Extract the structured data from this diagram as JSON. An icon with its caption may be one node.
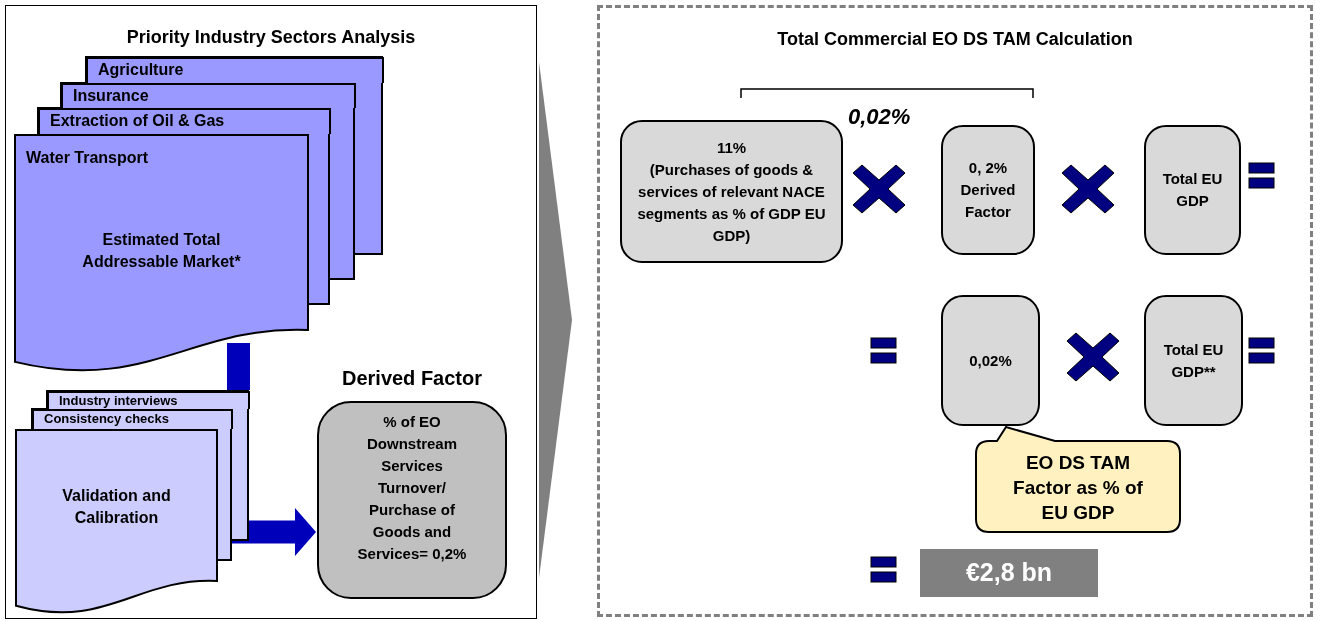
{
  "diagram": {
    "nodes": [
      {
        "text": [
          "Priority Industry Sectors Analysis"
        ]
      },
      {
        "text": [
          "Agriculture"
        ],
        "in": 0
      },
      {
        "text": [
          "Insurance"
        ],
        "in": 0
      },
      {
        "text": [
          "Extraction of Oil & Gas"
        ],
        "in": 0
      },
      {
        "text": [
          "Water Transport",
          "Estimated Total Addressable Market*"
        ],
        "in": 0
      },
      {
        "text": [
          "Industry interviews"
        ],
        "in": 0
      },
      {
        "text": [
          "Consistency checks"
        ],
        "in": 0
      },
      {
        "text": [
          "Validation and Calibration"
        ],
        "in": 0
      },
      {
        "text": [
          "Derived Factor",
          "% of EO Downstream Services Turnover/ Purchase of Goods and Services= 0,2%"
        ],
        "in": 0
      },
      {
        "text": [
          "Total Commercial EO DS TAM Calculation"
        ]
      },
      {
        "text": [
          "11%",
          "(Purchases of goods & services of relevant NACE segments as % of GDP EU GDP)"
        ],
        "in": 9
      },
      {
        "text": [
          "0, 2% Derived Factor"
        ],
        "in": 9
      },
      {
        "text": [
          "Total EU GDP"
        ],
        "in": 9
      },
      {
        "text": [
          "0,02%"
        ],
        "in": 9
      },
      {
        "text": [
          "Total EU GDP**"
        ],
        "in": 9
      },
      {
        "text": [
          "EO DS TAM Factor as % of EU GDP"
        ],
        "in": 9
      },
      {
        "text": [
          "€2,8 bn"
        ],
        "in": 9
      }
    ],
    "edges": [
      {
        "from": 4,
        "to": 5,
        "arrow": "none"
      },
      {
        "from": 7,
        "to": 8,
        "arrow": "to"
      },
      {
        "from": 0,
        "to": 9,
        "arrow": "to",
        "color": "#808080"
      }
    ],
    "labels": [
      "0,02%"
    ]
  }
}
